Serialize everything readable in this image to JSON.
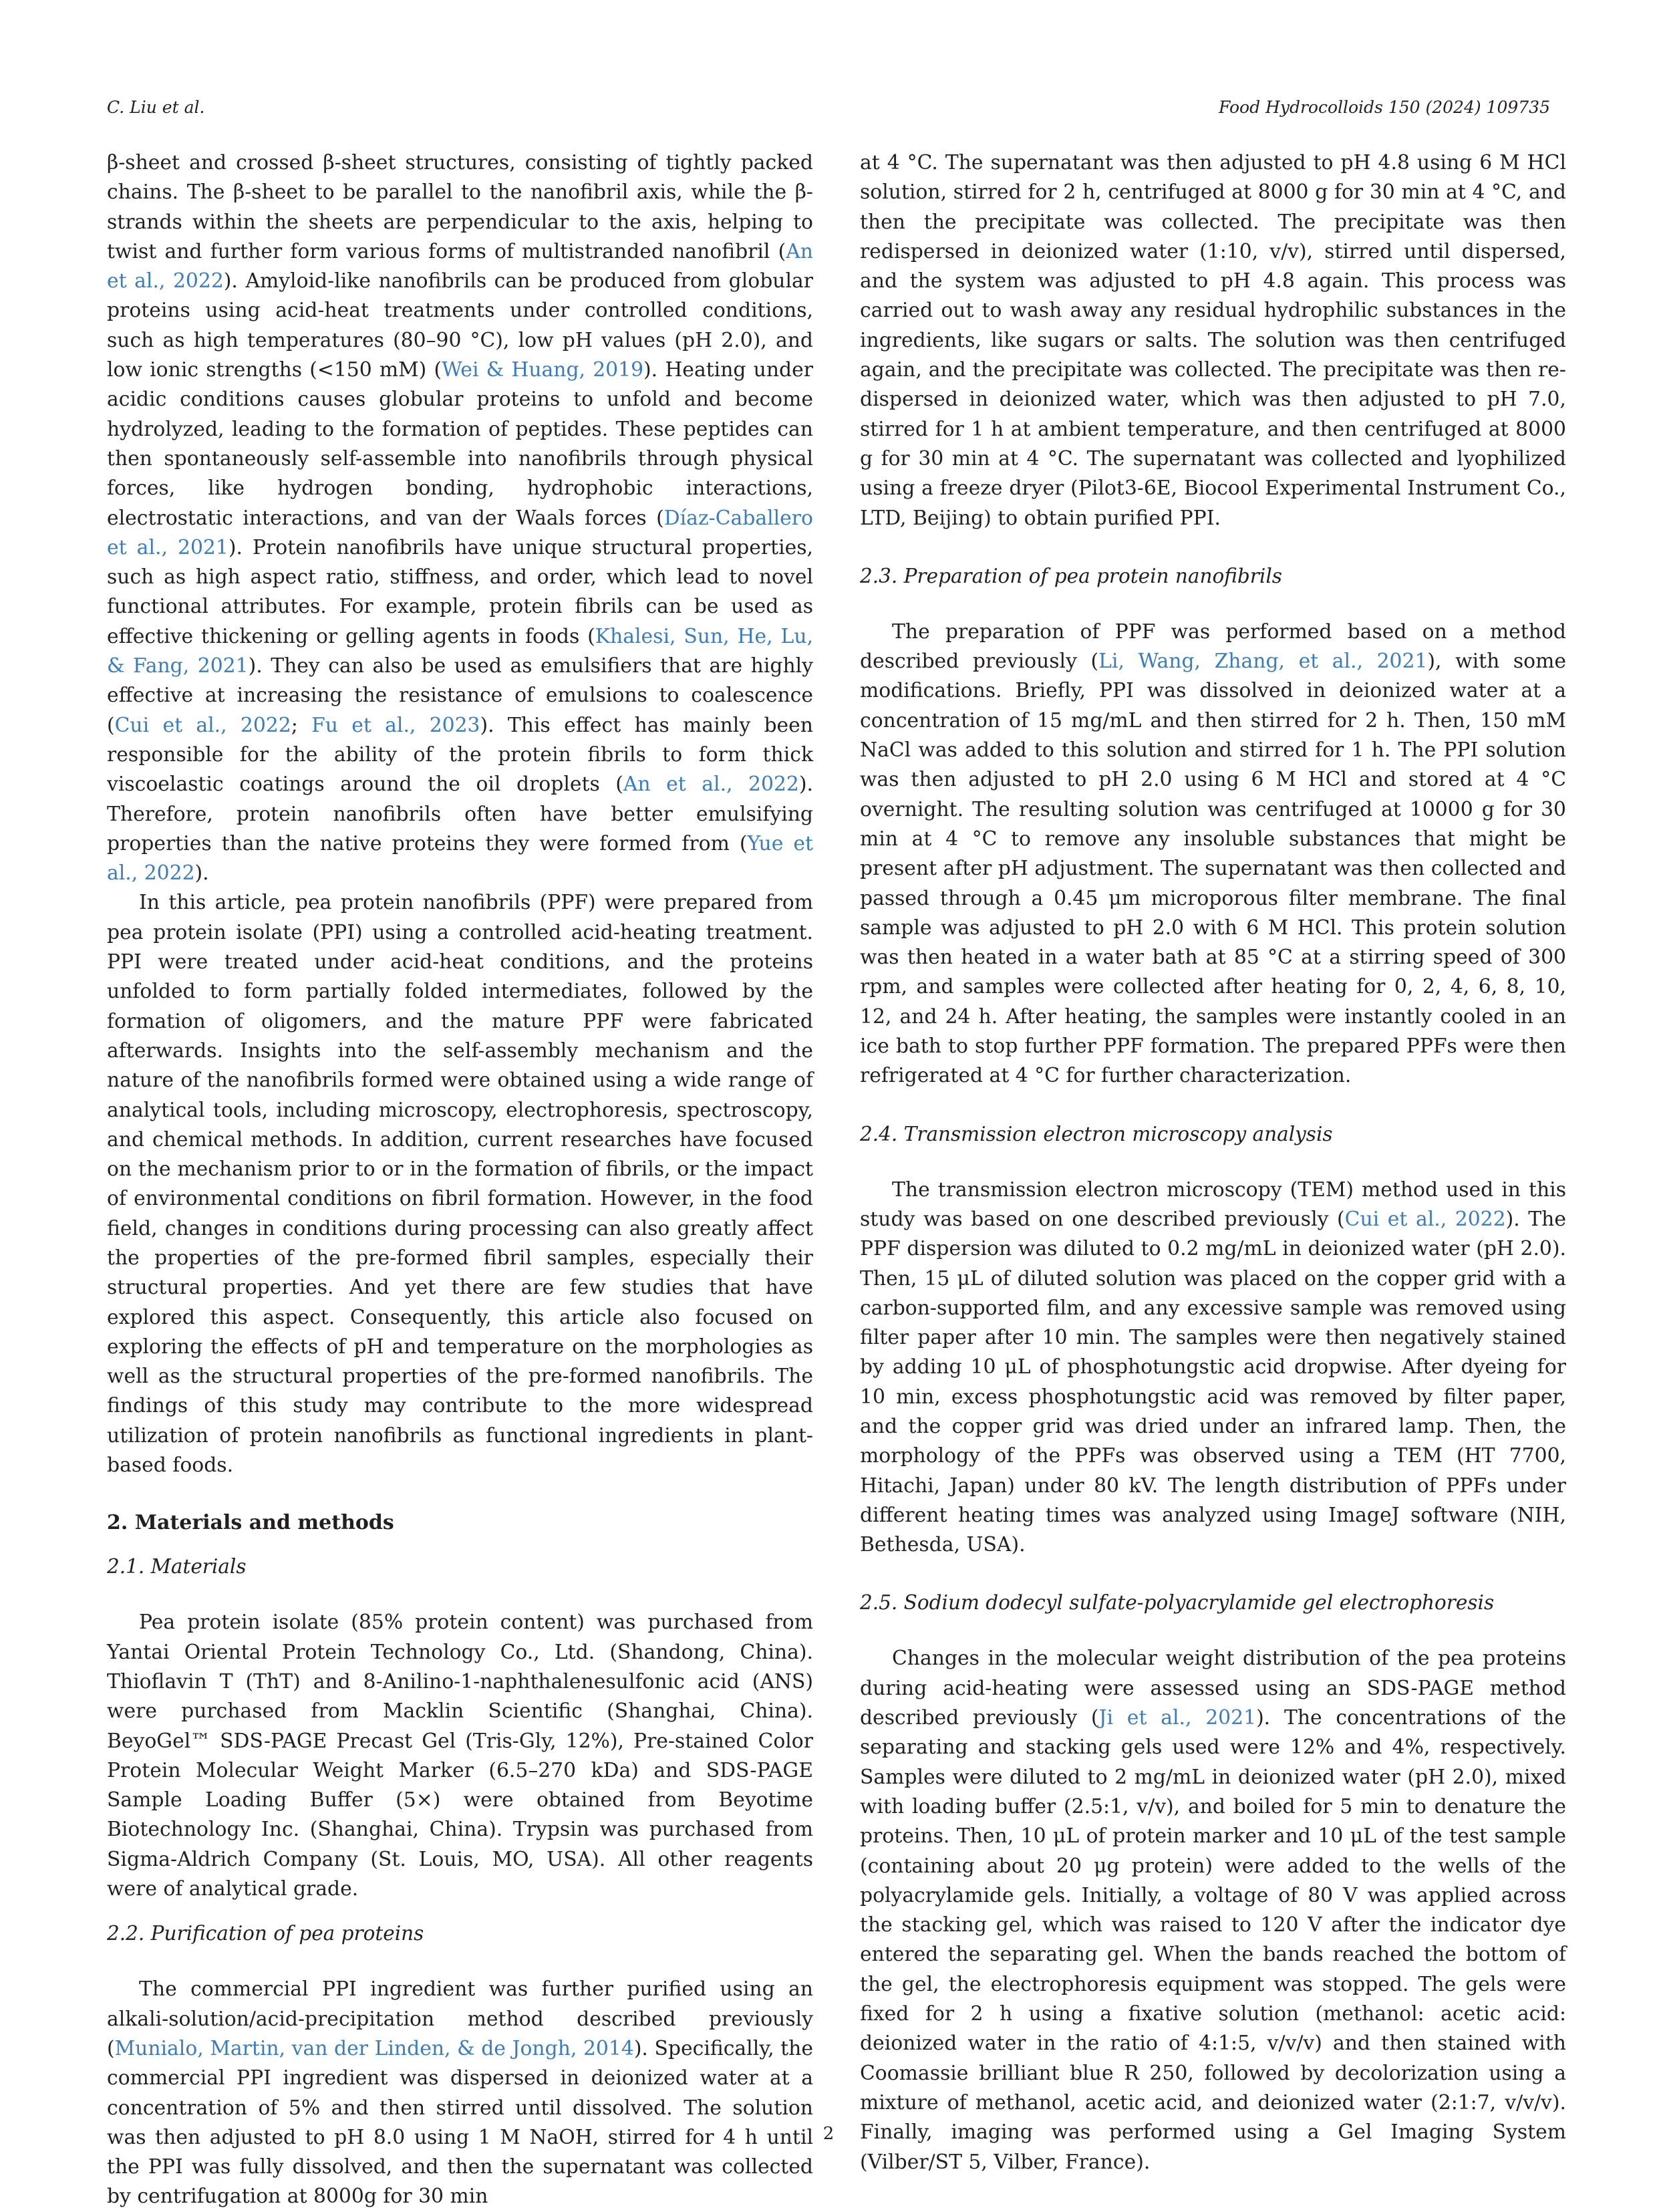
{
  "header": {
    "left": "C. Liu et al.",
    "right": "Food Hydrocolloids 150 (2024) 109735"
  },
  "page_number": "2",
  "left": {
    "p1": [
      {
        "t": "β-sheet and crossed β-sheet structures, consisting of tightly packed chains. The β-sheet to be parallel to the nanofibril axis, while the β-strands within the sheets are perpendicular to the axis, helping to twist and further form various forms of multistranded nanofibril ("
      },
      {
        "t": "An et al., 2022",
        "ref": true
      },
      {
        "t": "). Amyloid-like nanofibrils can be produced from globular proteins using acid-heat treatments under controlled conditions, such as high temperatures (80–90 °C), low pH values (pH 2.0), and low ionic strengths (<150 mM) ("
      },
      {
        "t": "Wei & Huang, 2019",
        "ref": true
      },
      {
        "t": "). Heating under acidic conditions causes globular proteins to unfold and become hydrolyzed, leading to the formation of peptides. These peptides can then spontaneously self-assemble into nanofibrils through physical forces, like hydrogen bonding, hydrophobic interactions, electrostatic interactions, and van der Waals forces ("
      },
      {
        "t": "Díaz-Caballero et al., 2021",
        "ref": true
      },
      {
        "t": "). Protein nanofibrils have unique structural properties, such as high aspect ratio, stiffness, and order, which lead to novel functional attributes. For example, protein fibrils can be used as effective thickening or gelling agents in foods ("
      },
      {
        "t": "Khalesi, Sun, He, Lu, & Fang, 2021",
        "ref": true
      },
      {
        "t": "). They can also be used as emulsifiers that are highly effective at increasing the resistance of emulsions to coalescence ("
      },
      {
        "t": "Cui et al., 2022",
        "ref": true
      },
      {
        "t": "; "
      },
      {
        "t": "Fu et al., 2023",
        "ref": true
      },
      {
        "t": "). This effect has mainly been responsible for the ability of the protein fibrils to form thick viscoelastic coatings around the oil droplets ("
      },
      {
        "t": "An et al., 2022",
        "ref": true
      },
      {
        "t": "). Therefore, protein nanofibrils often have better emulsifying properties than the native proteins they were formed from ("
      },
      {
        "t": "Yue et al., 2022",
        "ref": true
      },
      {
        "t": ")."
      }
    ],
    "p2": [
      {
        "t": "In this article, pea protein nanofibrils (PPF) were prepared from pea protein isolate (PPI) using a controlled acid-heating treatment. PPI were treated under acid-heat conditions, and the proteins unfolded to form partially folded intermediates, followed by the formation of oligomers, and the mature PPF were fabricated afterwards. Insights into the self-assembly mechanism and the nature of the nanofibrils formed were obtained using a wide range of analytical tools, including microscopy, electrophoresis, spectroscopy, and chemical methods. In addition, current researches have focused on the mechanism prior to or in the formation of fibrils, or the impact of environmental conditions on fibril formation. However, in the food field, changes in conditions during processing can also greatly affect the properties of the pre-formed fibril samples, especially their structural properties. And yet there are few studies that have explored this aspect. Consequently, this article also focused on exploring the effects of pH and temperature on the morphologies as well as the structural properties of the pre-formed nanofibrils. The findings of this study may contribute to the more widespread utilization of protein nanofibrils as functional ingredients in plant-based foods."
      }
    ],
    "section2": "2.  Materials and methods",
    "sub21": "2.1.  Materials",
    "p3": [
      {
        "t": "Pea protein isolate (85% protein content) was purchased from Yantai Oriental Protein Technology Co., Ltd. (Shandong, China). Thioflavin T (ThT) and 8-Anilino-1-naphthalenesulfonic acid (ANS) were purchased from Macklin Scientific (Shanghai, China). BeyoGel™ SDS-PAGE Precast Gel (Tris-Gly, 12%), Pre-stained Color Protein Molecular Weight Marker (6.5–270 kDa) and SDS-PAGE Sample Loading Buffer (5×) were obtained from Beyotime Biotechnology Inc. (Shanghai, China). Trypsin was purchased from Sigma-Aldrich Company (St. Louis, MO, USA). All other reagents were of analytical grade."
      }
    ],
    "sub22": "2.2.  Purification of pea proteins",
    "p4": [
      {
        "t": "The commercial PPI ingredient was further purified using an alkali-solution/acid-precipitation method described previously ("
      },
      {
        "t": "Munialo, Martin, van der Linden, & de Jongh, 2014",
        "ref": true
      },
      {
        "t": "). Specifically, the commercial PPI ingredient was dispersed in deionized water at a concentration of 5% and then stirred until dissolved. The solution was then adjusted to pH 8.0 using 1 M NaOH, stirred for 4 h until the PPI was fully dissolved, and then the supernatant was collected by centrifugation at 8000g for 30 min"
      }
    ]
  },
  "right": {
    "p5": [
      {
        "t": "at 4 °C. The supernatant was then adjusted to pH 4.8 using 6 M HCl solution, stirred for 2 h, centrifuged at 8000 g for 30 min at 4 °C, and then the precipitate was collected. The precipitate was then redispersed in deionized water (1:10, v/v), stirred until dispersed, and the system was adjusted to pH 4.8 again. This process was carried out to wash away any residual hydrophilic substances in the ingredients, like sugars or salts. The solution was then centrifuged again, and the precipitate was collected. The precipitate was then re-dispersed in deionized water, which was then adjusted to pH 7.0, stirred for 1 h at ambient temperature, and then centrifuged at 8000 g for 30 min at 4 °C. The supernatant was collected and lyophilized using a freeze dryer (Pilot3-6E, Biocool Experimental Instrument Co., LTD, Beijing) to obtain purified PPI."
      }
    ],
    "sub23": "2.3.  Preparation of pea protein nanofibrils",
    "p6": [
      {
        "t": "The preparation of PPF was performed based on a method described previously ("
      },
      {
        "t": "Li, Wang, Zhang, et al., 2021",
        "ref": true
      },
      {
        "t": "), with some modifications. Briefly, PPI was dissolved in deionized water at a concentration of 15 mg/mL and then stirred for 2 h. Then, 150 mM NaCl was added to this solution and stirred for 1 h. The PPI solution was then adjusted to pH 2.0 using 6 M HCl and stored at 4 °C overnight. The resulting solution was centrifuged at 10000 g for 30 min at 4 °C to remove any insoluble substances that might be present after pH adjustment. The supernatant was then collected and passed through a 0.45 μm microporous filter membrane. The final sample was adjusted to pH 2.0 with 6 M HCl. This protein solution was then heated in a water bath at 85 °C at a stirring speed of 300 rpm, and samples were collected after heating for 0, 2, 4, 6, 8, 10, 12, and 24 h. After heating, the samples were instantly cooled in an ice bath to stop further PPF formation. The prepared PPFs were then refrigerated at 4 °C for further characterization."
      }
    ],
    "sub24": "2.4.  Transmission electron microscopy analysis",
    "p7": [
      {
        "t": "The transmission electron microscopy (TEM) method used in this study was based on one described previously ("
      },
      {
        "t": "Cui et al., 2022",
        "ref": true
      },
      {
        "t": "). The PPF dispersion was diluted to 0.2 mg/mL in deionized water (pH 2.0). Then, 15 μL of diluted solution was placed on the copper grid with a carbon-supported film, and any excessive sample was removed using filter paper after 10 min. The samples were then negatively stained by adding 10 μL of phosphotungstic acid dropwise. After dyeing for 10 min, excess phosphotungstic acid was removed by filter paper, and the copper grid was dried under an infrared lamp. Then, the morphology of the PPFs was observed using a TEM (HT 7700, Hitachi, Japan) under 80 kV. The length distribution of PPFs under different heating times was analyzed using ImageJ software (NIH, Bethesda, USA)."
      }
    ],
    "sub25": "2.5.  Sodium dodecyl sulfate-polyacrylamide gel electrophoresis",
    "p8": [
      {
        "t": "Changes in the molecular weight distribution of the pea proteins during acid-heating were assessed using an SDS-PAGE method described previously ("
      },
      {
        "t": "Ji et al., 2021",
        "ref": true
      },
      {
        "t": "). The concentrations of the separating and stacking gels used were 12% and 4%, respectively. Samples were diluted to 2 mg/mL in deionized water (pH 2.0), mixed with loading buffer (2.5:1, v/v), and boiled for 5 min to denature the proteins. Then, 10 μL of protein marker and 10 μL of the test sample (containing about 20 μg protein) were added to the wells of the polyacrylamide gels. Initially, a voltage of 80 V was applied across the stacking gel, which was raised to 120 V after the indicator dye entered the separating gel. When the bands reached the bottom of the gel, the electrophoresis equipment was stopped. The gels were fixed for 2 h using a fixative solution (methanol: acetic acid: deionized water in the ratio of 4:1:5, v/v/v) and then stained with Coomassie brilliant blue R 250, followed by decolorization using a mixture of methanol, acetic acid, and deionized water (2:1:7, v/v/v). Finally, imaging was performed using a Gel Imaging System (Vilber/ST 5, Vilber, France)."
      }
    ]
  }
}
